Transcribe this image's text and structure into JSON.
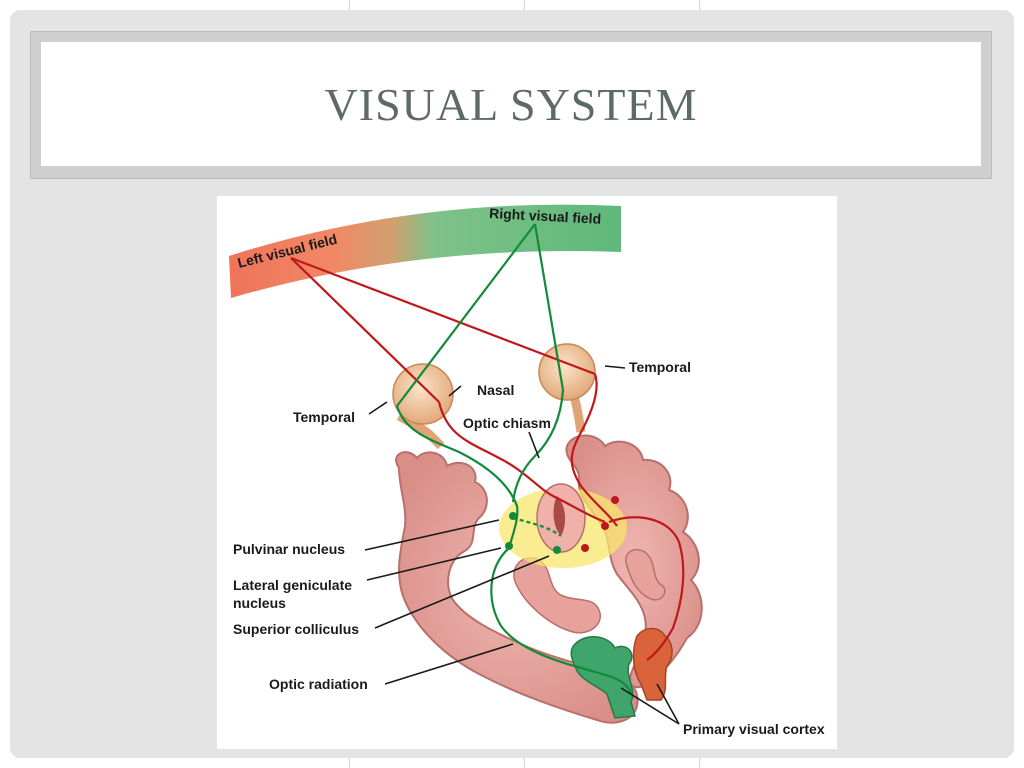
{
  "slide": {
    "title": "Visual System"
  },
  "figure": {
    "labels": {
      "left_visual_field": "Left visual field",
      "right_visual_field": "Right visual field",
      "temporal_right": "Temporal",
      "nasal": "Nasal",
      "temporal_left": "Temporal",
      "optic_chiasm": "Optic chiasm",
      "pulvinar_nucleus": "Pulvinar nucleus",
      "lateral_geniculate_1": "Lateral geniculate",
      "lateral_geniculate_2": "nucleus",
      "superior_colliculus": "Superior colliculus",
      "optic_radiation": "Optic radiation",
      "primary_visual_cortex": "Primary visual cortex"
    },
    "colors": {
      "left_field": "#ef7359",
      "right_field": "#5fb87a",
      "red_pathway": "#c0171c",
      "green_pathway": "#138a3a",
      "brain_tissue": "#e9a4a0",
      "eye": "#f2c9a1"
    }
  }
}
